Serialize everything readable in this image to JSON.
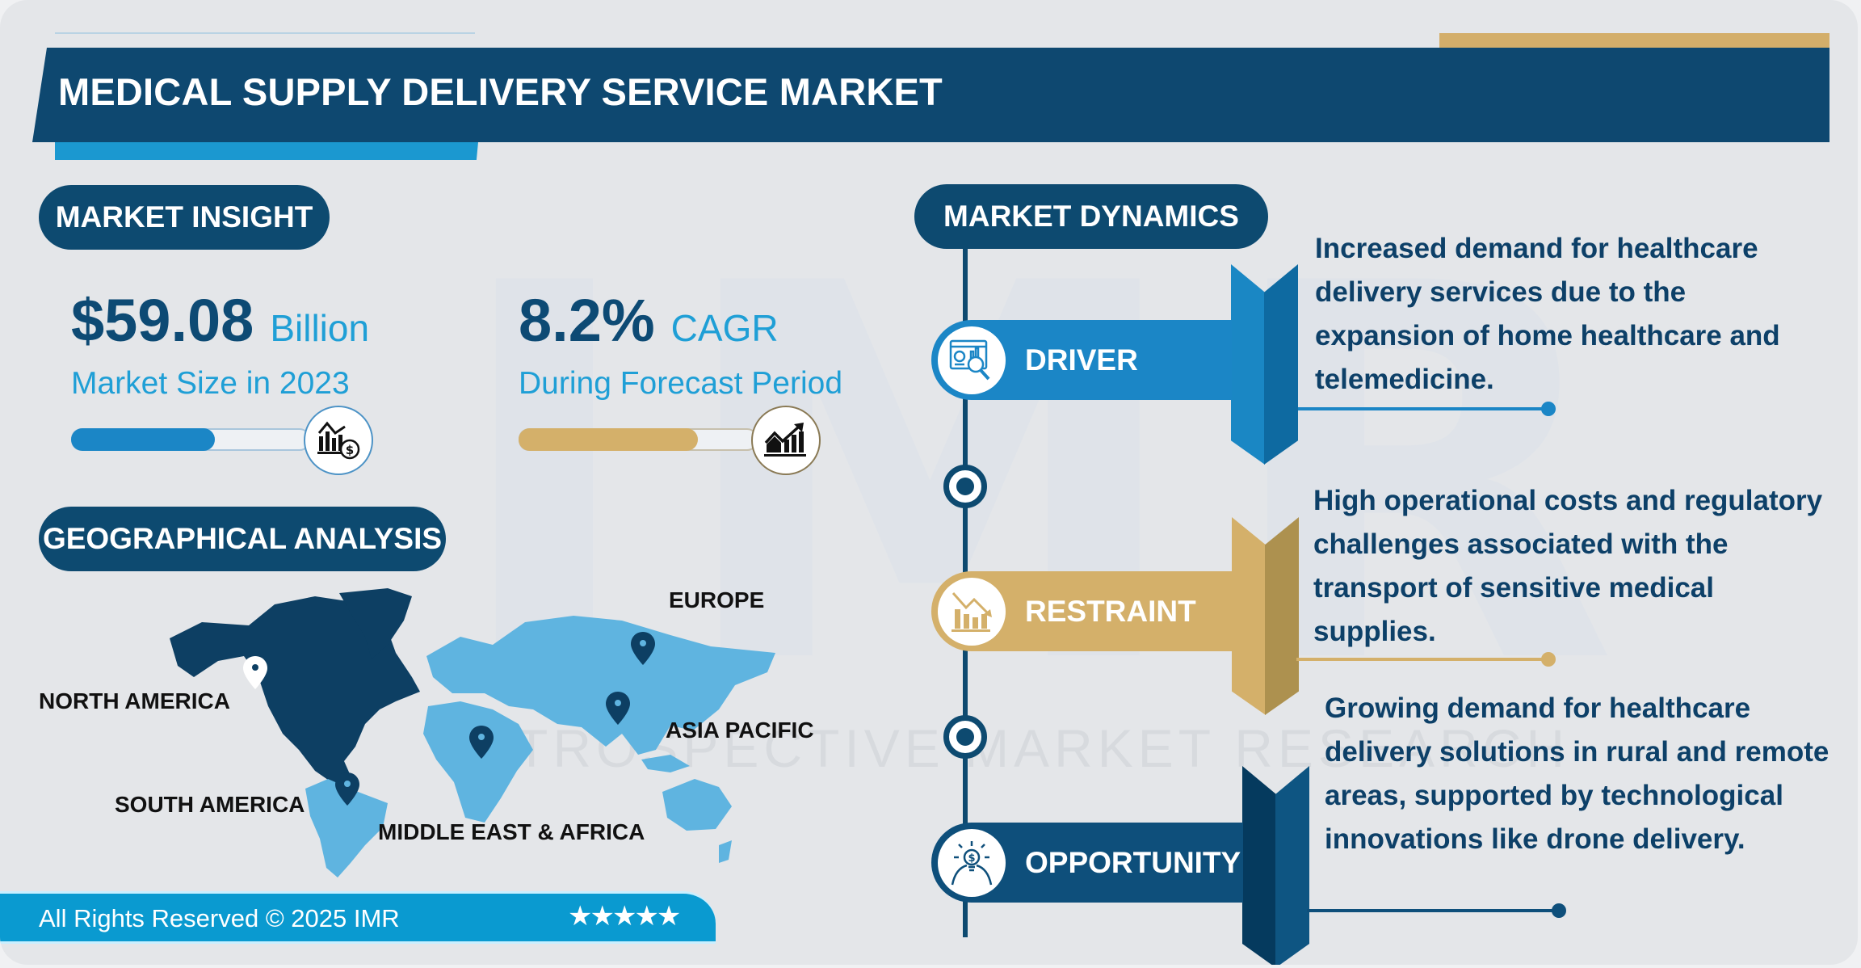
{
  "header": {
    "title": "MEDICAL SUPPLY DELIVERY SERVICE MARKET"
  },
  "watermark": {
    "letters": "IMR",
    "text": "INTROSPECTIVE MARKET RESEARCH"
  },
  "market_insight": {
    "heading": "MARKET INSIGHT",
    "market_size": {
      "value": "$59.08",
      "unit": "Billion",
      "caption": "Market Size in 2023",
      "progress_pct": 41,
      "icon": "chart-dollar-icon"
    },
    "cagr": {
      "value": "8.2%",
      "unit": "CAGR",
      "caption": "During Forecast Period",
      "progress_pct": 76,
      "icon": "growth-chart-icon"
    }
  },
  "geographical_analysis": {
    "heading": "GEOGRAPHICAL ANALYSIS",
    "regions": [
      {
        "label": "NORTH AMERICA",
        "highlighted": true
      },
      {
        "label": "EUROPE",
        "highlighted": false
      },
      {
        "label": "ASIA PACIFIC",
        "highlighted": false
      },
      {
        "label": "SOUTH AMERICA",
        "highlighted": false
      },
      {
        "label": "MIDDLE EAST & AFRICA",
        "highlighted": false
      }
    ]
  },
  "footer": {
    "copyright": "All Rights Reserved © 2025 IMR",
    "stars": "★★★★★"
  },
  "market_dynamics": {
    "heading": "MARKET DYNAMICS",
    "items": [
      {
        "label": "DRIVER",
        "icon": "analytics-magnifier-icon",
        "color": "#1b86c6",
        "text": "Increased demand for healthcare delivery services due to the expansion of home healthcare and telemedicine."
      },
      {
        "label": "RESTRAINT",
        "icon": "declining-chart-icon",
        "color": "#d4b06a",
        "text": "High operational costs and regulatory challenges associated with the transport of sensitive medical supplies."
      },
      {
        "label": "OPPORTUNITY",
        "icon": "lightbulb-dollar-icon",
        "color": "#0e4f7b",
        "text": "Growing demand for healthcare delivery solutions in rural and remote areas, supported by technological innovations like drone delivery."
      }
    ]
  },
  "colors": {
    "navy": "#0d4a70",
    "accent_blue": "#1b98d0",
    "gold": "#d4b06a",
    "light_blue_map": "#5fb4e0",
    "background": "#e4e6e9"
  }
}
